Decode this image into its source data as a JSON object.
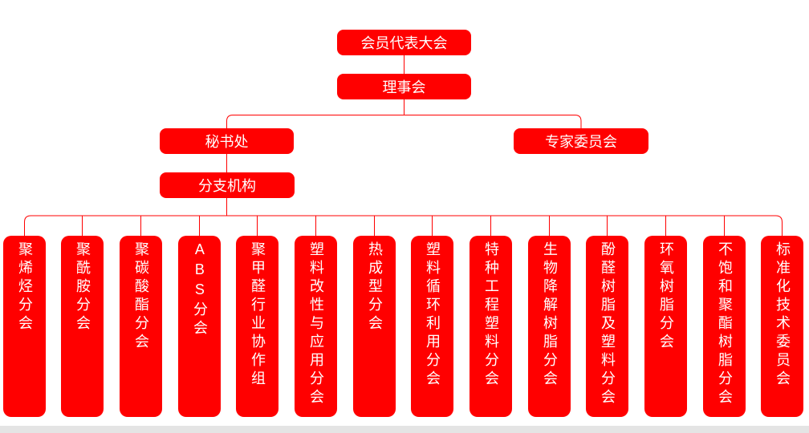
{
  "org_chart": {
    "root": "会员代表大会",
    "council": "理事会",
    "secretariat": "秘书处",
    "expert_committee": "专家委员会",
    "branch_orgs": "分支机构",
    "branches": [
      "聚烯烃分会",
      "聚酰胺分会",
      "聚碳酸酯分会",
      "ABS分会",
      "聚甲醛行业协作组",
      "塑料改性与应用分会",
      "热成型分会",
      "塑料循环利用分会",
      "特种工程塑料分会",
      "生物降解树脂分会",
      "酚醛树脂及塑料分会",
      "环氧树脂分会",
      "不饱和聚酯树脂分会",
      "标准化技术委员会"
    ],
    "colors": {
      "node_background": "#ff0000",
      "node_text": "#ffffff",
      "connector_line": "#ff0000",
      "scrollbar_track": "#e4e4e4"
    }
  }
}
